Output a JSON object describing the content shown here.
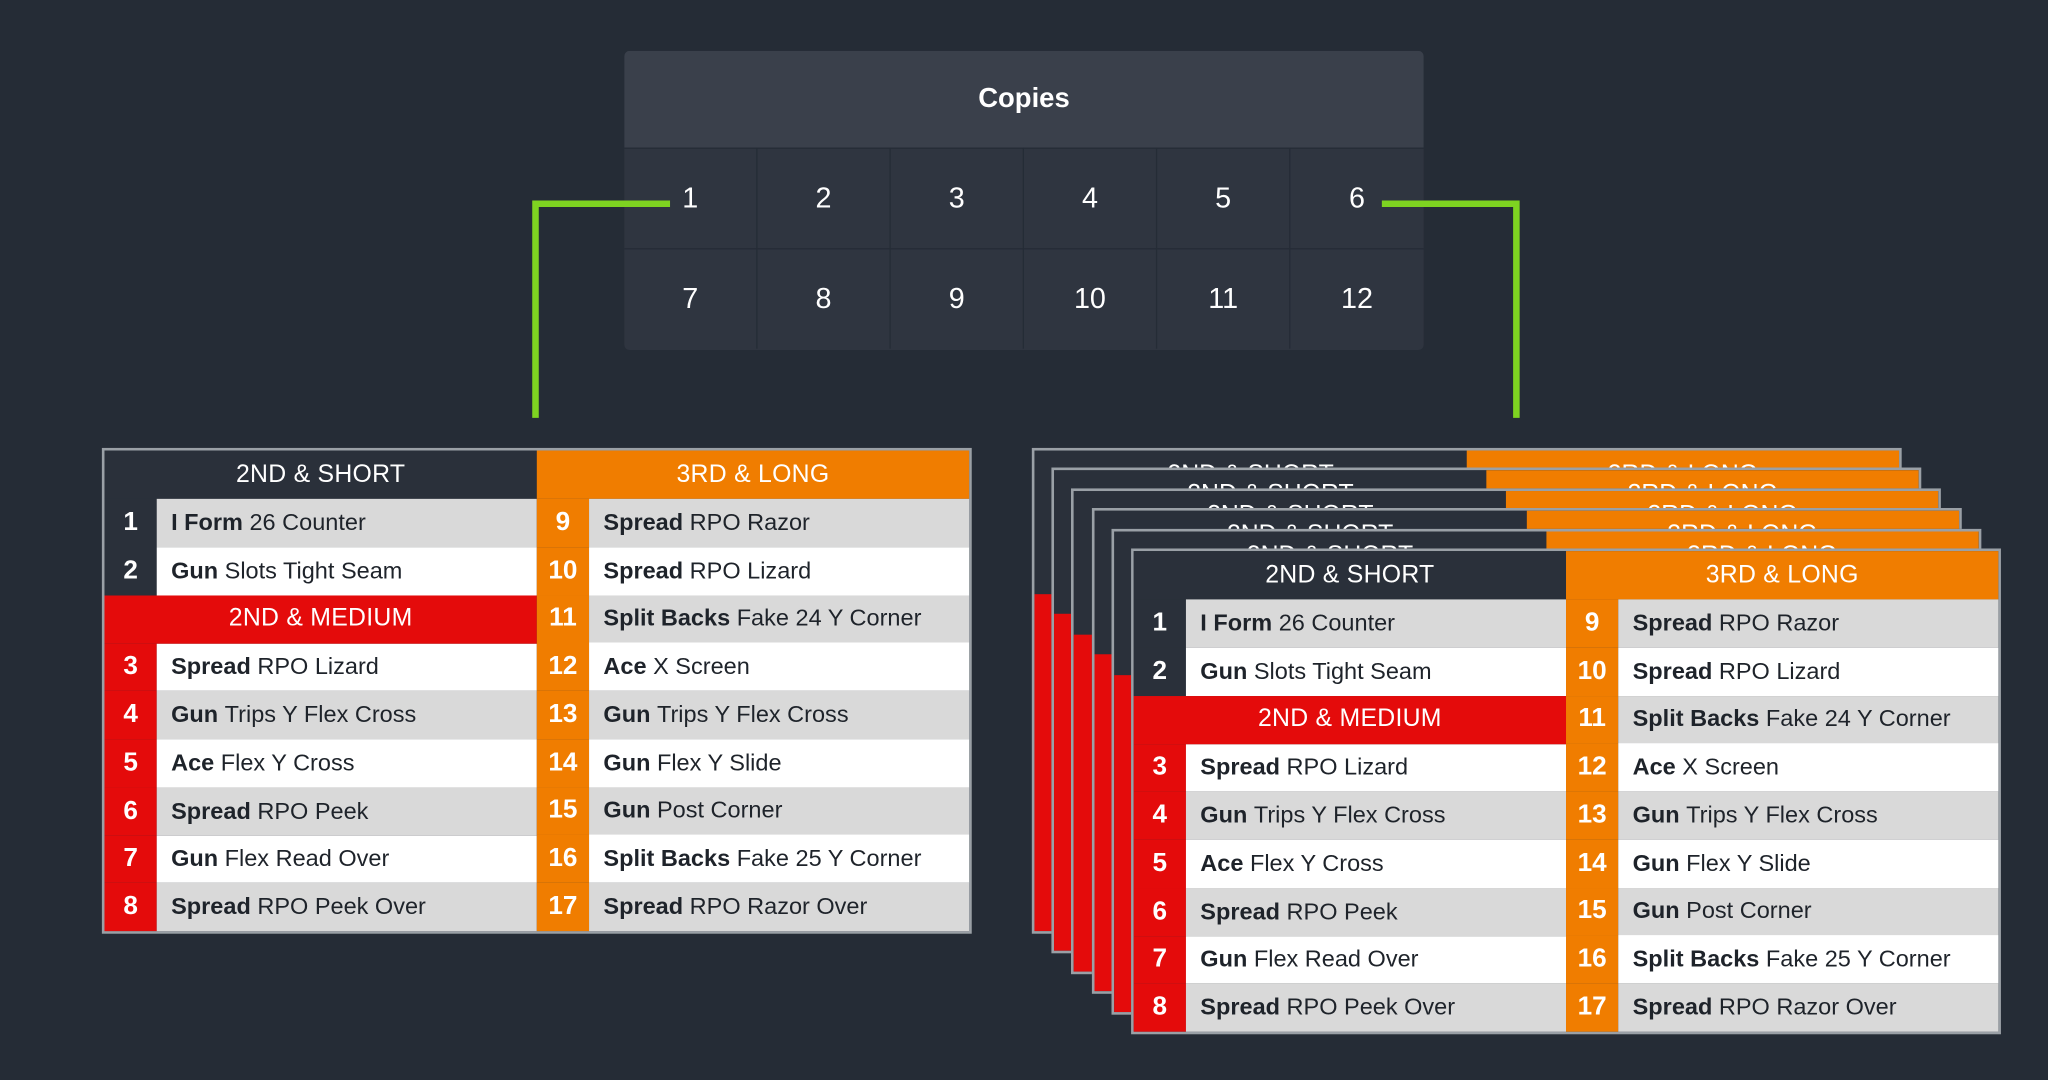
{
  "copies": {
    "title": "Copies",
    "numbers": [
      "1",
      "2",
      "3",
      "4",
      "5",
      "6",
      "7",
      "8",
      "9",
      "10",
      "11",
      "12"
    ]
  },
  "colors": {
    "background": "#252c36",
    "connector": "#7ed321",
    "short": "#2a303a",
    "medium": "#e40b0b",
    "long": "#f07d00"
  },
  "card": {
    "short_title": "2ND & SHORT",
    "medium_title": "2ND & MEDIUM",
    "long_title": "3RD & LONG",
    "short_plays": [
      {
        "num": "1",
        "form": "I Form",
        "play": "26 Counter"
      },
      {
        "num": "2",
        "form": "Gun",
        "play": "Slots Tight Seam"
      }
    ],
    "medium_plays": [
      {
        "num": "3",
        "form": "Spread",
        "play": "RPO Lizard"
      },
      {
        "num": "4",
        "form": "Gun",
        "play": "Trips Y Flex Cross"
      },
      {
        "num": "5",
        "form": "Ace",
        "play": "Flex Y Cross"
      },
      {
        "num": "6",
        "form": "Spread",
        "play": "RPO Peek"
      },
      {
        "num": "7",
        "form": "Gun",
        "play": "Flex Read Over"
      },
      {
        "num": "8",
        "form": "Spread",
        "play": "RPO Peek Over"
      }
    ],
    "long_plays": [
      {
        "num": "9",
        "form": "Spread",
        "play": "RPO Razor"
      },
      {
        "num": "10",
        "form": "Spread",
        "play": "RPO Lizard"
      },
      {
        "num": "11",
        "form": "Split Backs",
        "play": "Fake 24 Y Corner"
      },
      {
        "num": "12",
        "form": "Ace",
        "play": "X Screen"
      },
      {
        "num": "13",
        "form": "Gun",
        "play": "Trips Y Flex Cross"
      },
      {
        "num": "14",
        "form": "Gun",
        "play": "Flex Y Slide"
      },
      {
        "num": "15",
        "form": "Gun",
        "play": "Post Corner"
      },
      {
        "num": "16",
        "form": "Split Backs",
        "play": "Fake 25 Y Corner"
      },
      {
        "num": "17",
        "form": "Spread",
        "play": "RPO Razor Over"
      }
    ]
  }
}
